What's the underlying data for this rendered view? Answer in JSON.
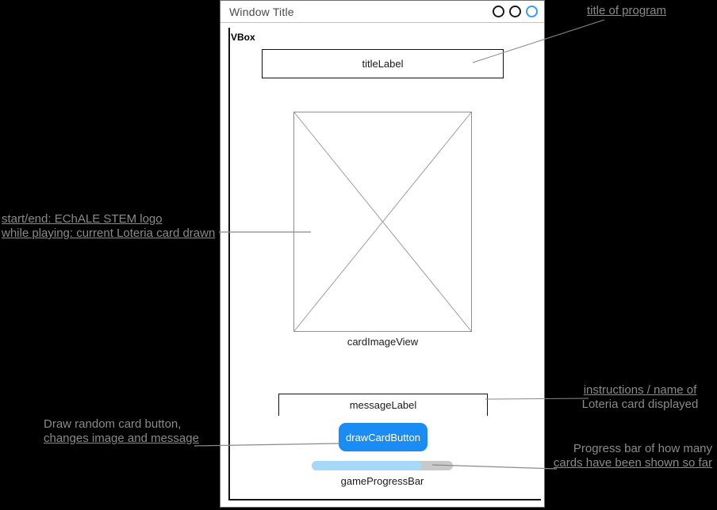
{
  "window": {
    "title": "Window Title",
    "container_label": "VBox",
    "widgets": {
      "title_label": "titleLabel",
      "card_image_view_label": "cardImageView",
      "message_label": "messageLabel",
      "draw_card_button": "drawCardButton",
      "game_progress_bar_label": "gameProgressBar"
    },
    "progress": {
      "percent": 78
    }
  },
  "annotations": {
    "program_title": "title of program",
    "image_note_line1": "start/end: EChALE STEM logo",
    "image_note_line2": "while playing: current Loteria card drawn",
    "button_note_line1": "Draw random card button,",
    "button_note_line2": "changes image and message",
    "message_note_line1": "instructions / name of",
    "message_note_line2": "Loteria card displayed",
    "progress_note_line1": "Progress bar of how many",
    "progress_note_line2": "cards have been shown so far"
  },
  "colors": {
    "button_blue": "#1b8cf4",
    "progress_fill": "#a5d9f7",
    "progress_track": "#c9c9c9",
    "annotation_gray": "#8a8a8a",
    "traffic_blue": "#3b99fc"
  }
}
